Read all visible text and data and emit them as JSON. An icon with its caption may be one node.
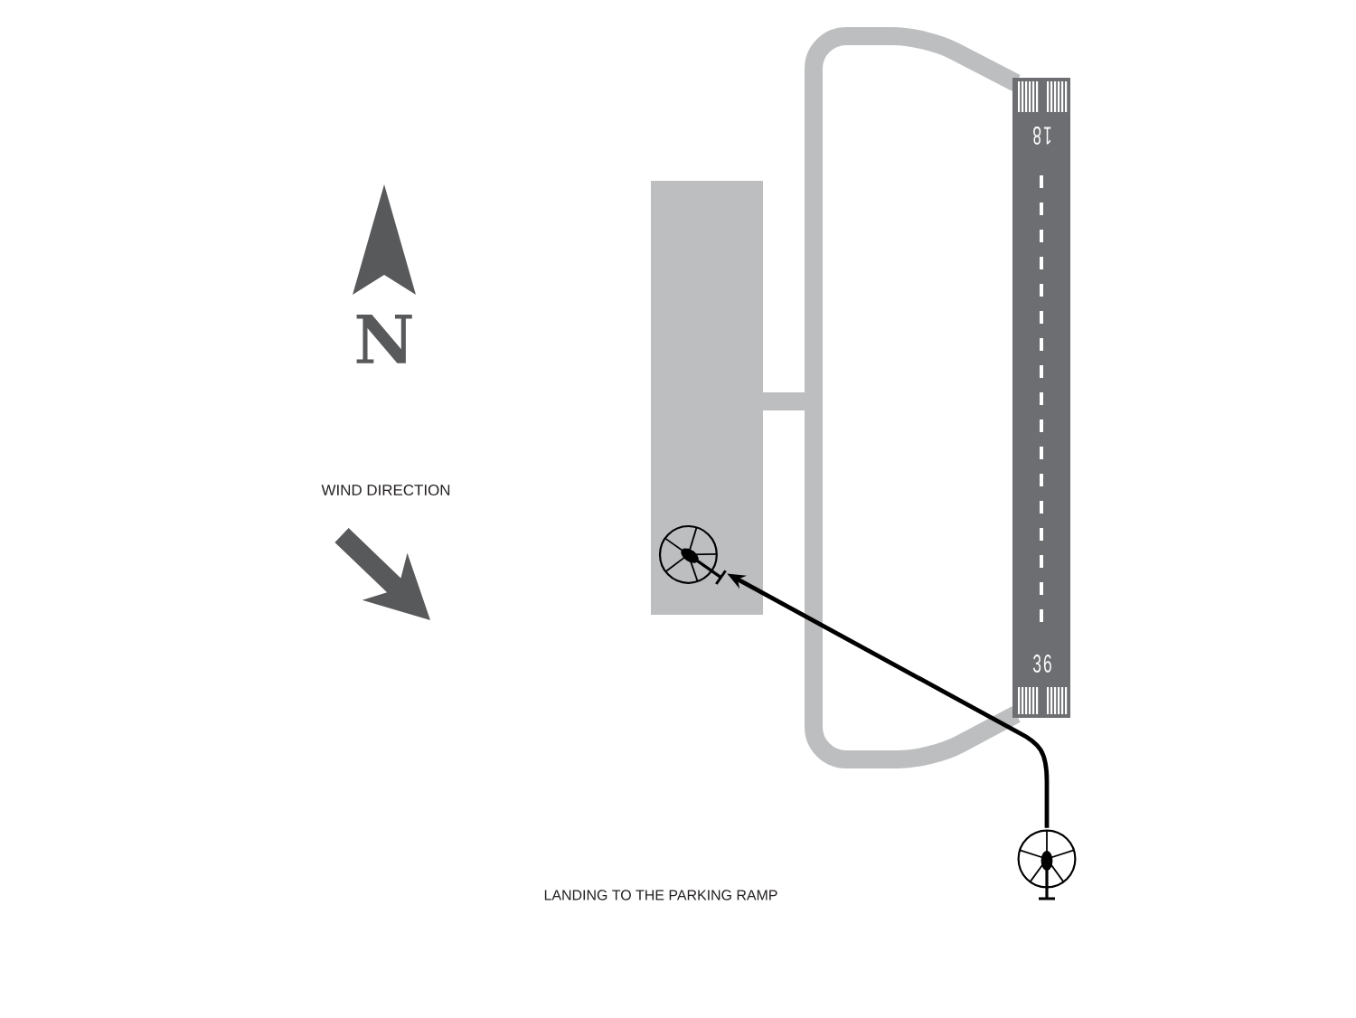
{
  "diagram": {
    "caption": "LANDING TO THE PARKING RAMP",
    "nodes": [
      {
        "text": [],
        "shape": "picture"
      },
      {
        "text": [],
        "shape": "picture"
      }
    ],
    "edges": [
      {
        "from": 1,
        "to": 0,
        "arrow": "to"
      }
    ],
    "labels": [
      "18",
      "N",
      "WIND DIRECTION",
      "36"
    ]
  }
}
